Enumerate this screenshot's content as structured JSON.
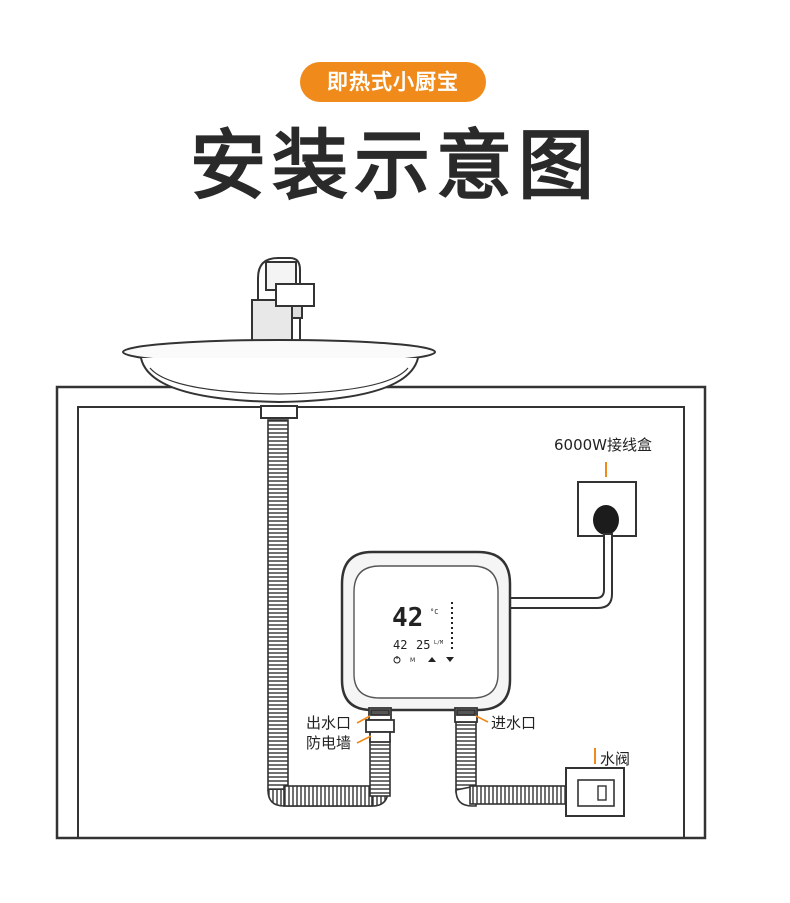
{
  "header": {
    "badge": "即热式小厨宝",
    "title": "安装示意图"
  },
  "labels": {
    "junction_box": "6000W接线盒",
    "outlet": "出水口",
    "anti_shock": "防电墙",
    "inlet": "进水口",
    "valve": "水阀"
  },
  "display": {
    "main_temp": "42",
    "unit": "°C",
    "set_temp": "42",
    "flow_rate": "25",
    "flow_unit": "L/M",
    "icons": [
      "power-icon",
      "mode-icon",
      "up-arrow-icon",
      "down-arrow-icon"
    ]
  },
  "colors": {
    "accent": "#f08a1a",
    "line": "#333333"
  }
}
